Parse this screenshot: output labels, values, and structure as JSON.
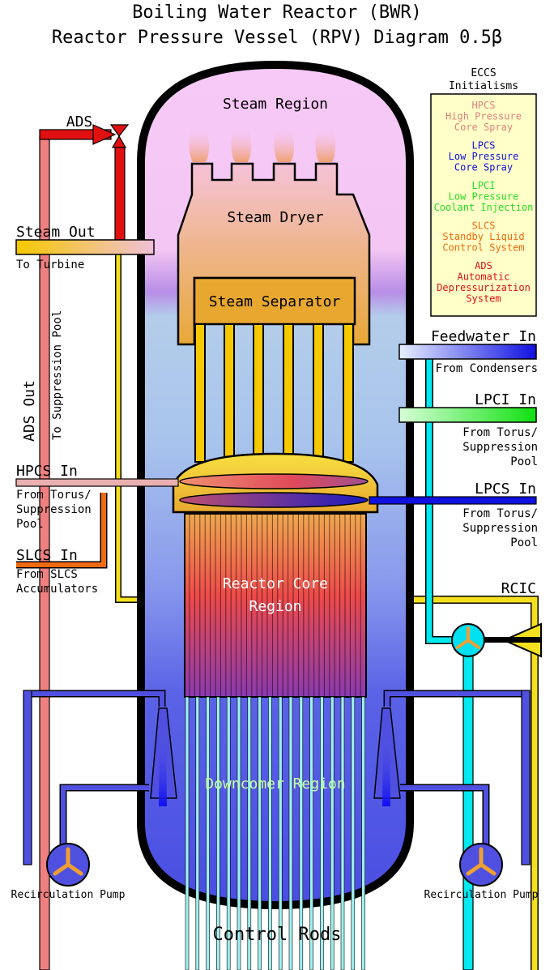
{
  "title": {
    "line1": "Boiling Water Reactor (BWR)",
    "line2": "Reactor Pressure Vessel (RPV) Diagram  0.5β"
  },
  "regions": {
    "steam": "Steam Region",
    "dryer": "Steam Dryer",
    "separator": "Steam Separator",
    "core_line1": "Reactor Core",
    "core_line2": "Region",
    "downcomer": "Downcomer Region",
    "control_rods": "Control Rods"
  },
  "legend": {
    "title_line1": "ECCS",
    "title_line2": "Initialisms",
    "entries": [
      {
        "abbr": "HPCS",
        "line1": "High Pressure",
        "line2": "Core Spray",
        "color": "#e08080"
      },
      {
        "abbr": "LPCS",
        "line1": "Low Pressure",
        "line2": "Core Spray",
        "color": "#1010e0"
      },
      {
        "abbr": "LPCI",
        "line1": "Low Pressure",
        "line2": "Coolant Injection",
        "color": "#22dd22"
      },
      {
        "abbr": "SLCS",
        "line1": "Standby Liquid",
        "line2": "Control System",
        "color": "#ee6a10"
      },
      {
        "abbr": "ADS",
        "line1": "Automatic",
        "line2": "Depressurization",
        "line3": "System",
        "color": "#e01010"
      }
    ]
  },
  "labels": {
    "ads": "ADS",
    "ads_out": "ADS Out",
    "to_suppression_pool": "To Suppression Pool",
    "steam_out": "Steam Out",
    "to_turbine": "To Turbine",
    "feedwater_in": "Feedwater In",
    "from_condensers": "From Condensers",
    "lpci_in": "LPCI In",
    "lpci_from_1": "From Torus/",
    "lpci_from_2": "Suppression",
    "lpci_from_3": "Pool",
    "hpcs_in": "HPCS In",
    "hpcs_from_1": "From Torus/",
    "hpcs_from_2": "Suppression",
    "hpcs_from_3": "Pool",
    "lpcs_in": "LPCS In",
    "lpcs_from_1": "From Torus/",
    "lpcs_from_2": "Suppression",
    "lpcs_from_3": "Pool",
    "slcs_in": "SLCS In",
    "slcs_from_1": "From SLCS",
    "slcs_from_2": "Accumulators",
    "rcic": "RCIC",
    "recirc_left": "Recirculation Pump",
    "recirc_right": "Recirculation Pump"
  },
  "colors": {
    "steam_region": "#f5c8f5",
    "water": "#5050e8",
    "ads_pipe": "#e01010",
    "ads_out_pipe": "#f08080",
    "steam_pipe": "#f5d020",
    "feedwater_pipe": "#00e5ee",
    "separator": "#e8a830",
    "control_rods": "#a0f0f0"
  }
}
